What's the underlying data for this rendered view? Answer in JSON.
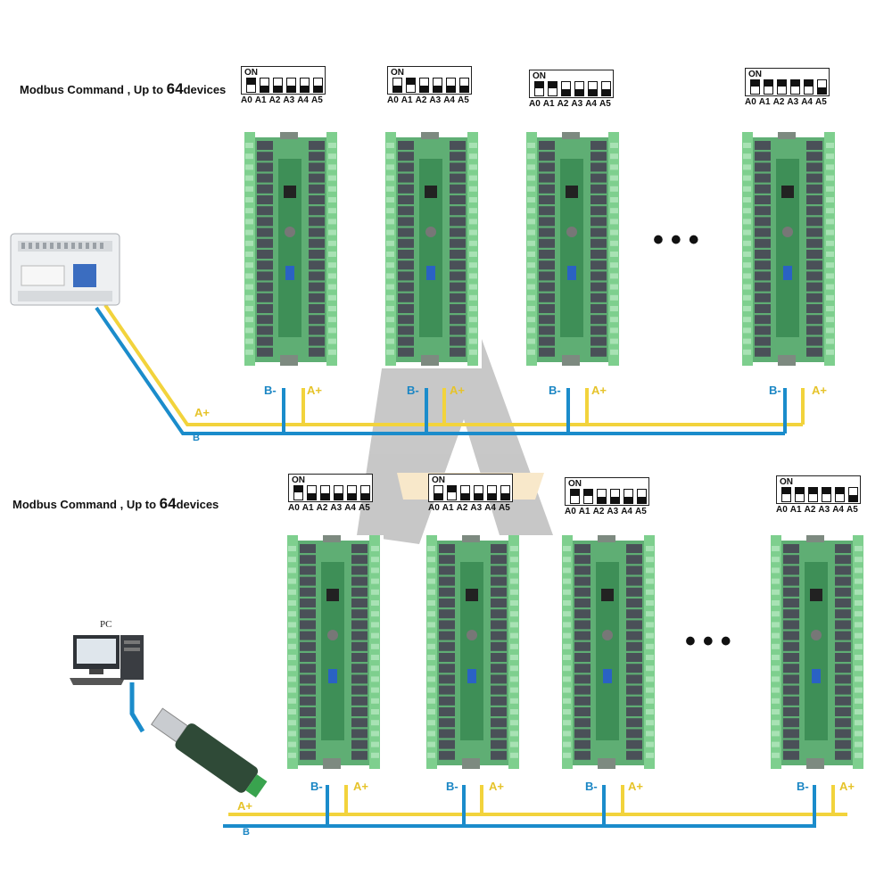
{
  "rows": [
    {
      "heading_prefix": "Modbus Command , Up to ",
      "heading_number": "64",
      "heading_suffix": "devices",
      "bus_a_label": "A+",
      "bus_b_label": "B",
      "modules": [
        {
          "dip_on_label": "ON",
          "switches": [
            true,
            false,
            false,
            false,
            false,
            false
          ]
        },
        {
          "dip_on_label": "ON",
          "switches": [
            false,
            true,
            false,
            false,
            false,
            false
          ]
        },
        {
          "dip_on_label": "ON",
          "switches": [
            true,
            true,
            false,
            false,
            false,
            false
          ]
        },
        {
          "dip_on_label": "ON",
          "switches": [
            true,
            true,
            true,
            true,
            true,
            false
          ]
        }
      ]
    },
    {
      "heading_prefix": "Modbus Command , Up to ",
      "heading_number": "64",
      "heading_suffix": "devices",
      "bus_a_label": "A+",
      "bus_b_label": "B",
      "modules": [
        {
          "dip_on_label": "ON",
          "switches": [
            true,
            false,
            false,
            false,
            false,
            false
          ]
        },
        {
          "dip_on_label": "ON",
          "switches": [
            false,
            true,
            false,
            false,
            false,
            false
          ]
        },
        {
          "dip_on_label": "ON",
          "switches": [
            true,
            true,
            false,
            false,
            false,
            false
          ]
        },
        {
          "dip_on_label": "ON",
          "switches": [
            true,
            true,
            true,
            true,
            true,
            false
          ]
        }
      ]
    }
  ],
  "address_labels": [
    "A0",
    "A1",
    "A2",
    "A3",
    "A4",
    "A5"
  ],
  "tap_b_label": "B-",
  "tap_a_label": "A+",
  "continuation": "•••",
  "pc_label": "PC",
  "colors": {
    "bus_a": "#f2d33c",
    "bus_b": "#1b8ccb",
    "board_green": "#5fae74",
    "relay_dark": "#4a5058",
    "terminal_green": "#7ecf8e"
  },
  "icons": {
    "plc": "plc-controller-icon",
    "pc": "desktop-pc-icon",
    "usb": "usb-rs485-adapter-icon"
  }
}
